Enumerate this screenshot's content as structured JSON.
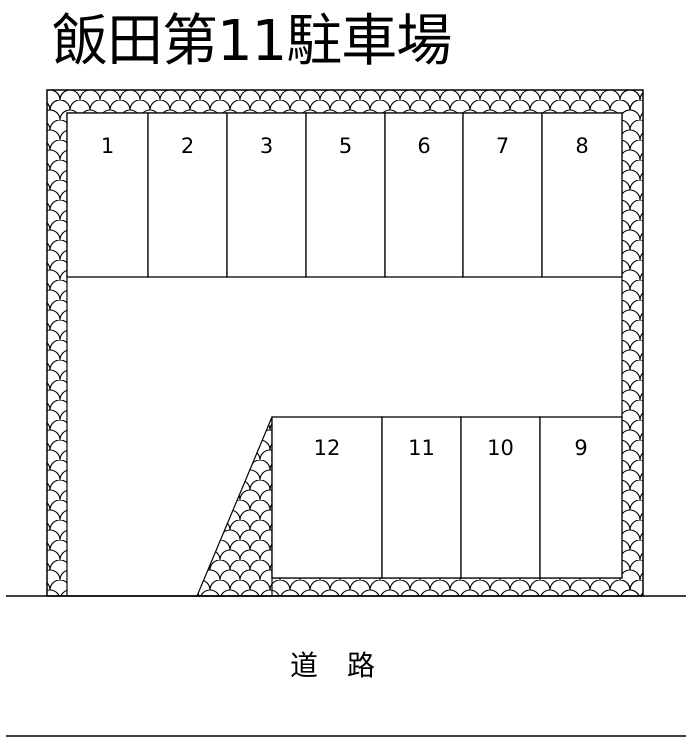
{
  "title": "飯田第11駐車場",
  "top_row_stalls": [
    "1",
    "2",
    "3",
    "5",
    "6",
    "7",
    "8"
  ],
  "bottom_row_stalls": [
    "12",
    "11",
    "10",
    "9"
  ],
  "road": {
    "label_chars": [
      "道",
      "路"
    ]
  },
  "colors": {
    "line": "#000000",
    "background": "#ffffff"
  }
}
